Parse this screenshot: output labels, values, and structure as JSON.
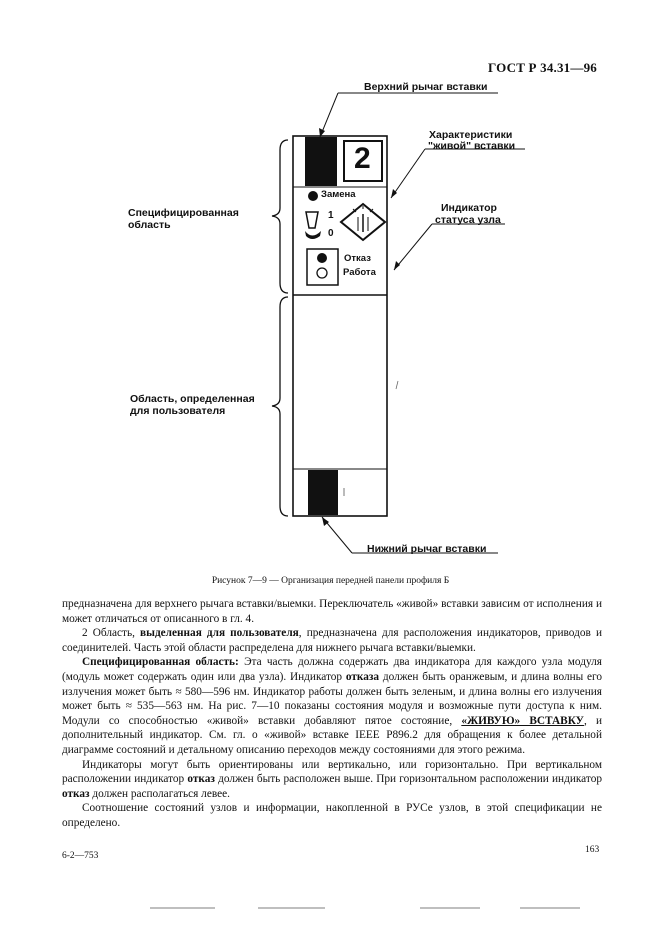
{
  "header": {
    "title": "ГОСТ Р 34.31—96"
  },
  "figure": {
    "label_top_lever": "Верхний рычаг вставки",
    "label_live_char_1": "Характеристики",
    "label_live_char_2": "\"живой\" вставки",
    "label_node_status_1": "Индикатор",
    "label_node_status_2": "статуса узла",
    "label_spec_area_1": "Специфицированная",
    "label_spec_area_2": "область",
    "label_user_area_1": "Область, определенная",
    "label_user_area_2": "для пользователя",
    "label_bottom_lever": "Нижний рычаг вставки",
    "panel_replace": "Замена",
    "panel_one": "1",
    "panel_zero": "0",
    "panel_fail": "Отказ",
    "panel_work": "Работа",
    "panel_digit": "2",
    "caption": "Рисунок 7—9 — Организация передней панели профиля Б"
  },
  "text": {
    "p1": "предназначена для верхнего рычага вставки/выемки. Переключатель «живой» вставки зависим от исполнения и может отличаться от описанного в гл. 4.",
    "p2_a": "2 Область, ",
    "p2_b": "выделенная для пользователя",
    "p2_c": ", предназначена для расположения индикаторов, приводов и соединителей. Часть этой области распределена для нижнего рычага вставки/выемки.",
    "p3_a": "Специфицированная область:",
    "p3_b": " Эта часть должна содержать два индикатора для каждого узла модуля (модуль может содержать один или два узла). Индикатор ",
    "p3_c": "отказа",
    "p3_d": " должен быть оранжевым, и длина волны его излучения может быть ≈ 580—596 нм. Индикатор работы должен быть зеленым, и длина волны его излучения может быть ≈ 535—563 нм. На рис. 7—10 показаны состояния модуля и возможные пути доступа к ним. Модули со способностью «живой» вставки добавляют пятое состояние, ",
    "p3_e": "«ЖИВУЮ» ВСТАВКУ",
    "p3_f": ", и дополнительный индикатор. См. гл. о «живой» вставке IEEE P896.2 для обращения к более детальной диаграмме состояний и детальному описанию переходов между состояниями для этого режима.",
    "p4_a": "Индикаторы могут быть ориентированы или вертикально, или горизонтально. При вертикальном расположении индикатор ",
    "p4_b": "отказ",
    "p4_c": " должен быть расположен выше. При горизонтальном расположении индикатор ",
    "p4_d": "отказ",
    "p4_e": " должен располагаться левее.",
    "p5": "Соотношение состояний узлов и информации, накопленной в РУСе узлов, в этой спецификации не определено."
  },
  "footer": {
    "left": "6-2—753",
    "page": "163"
  }
}
